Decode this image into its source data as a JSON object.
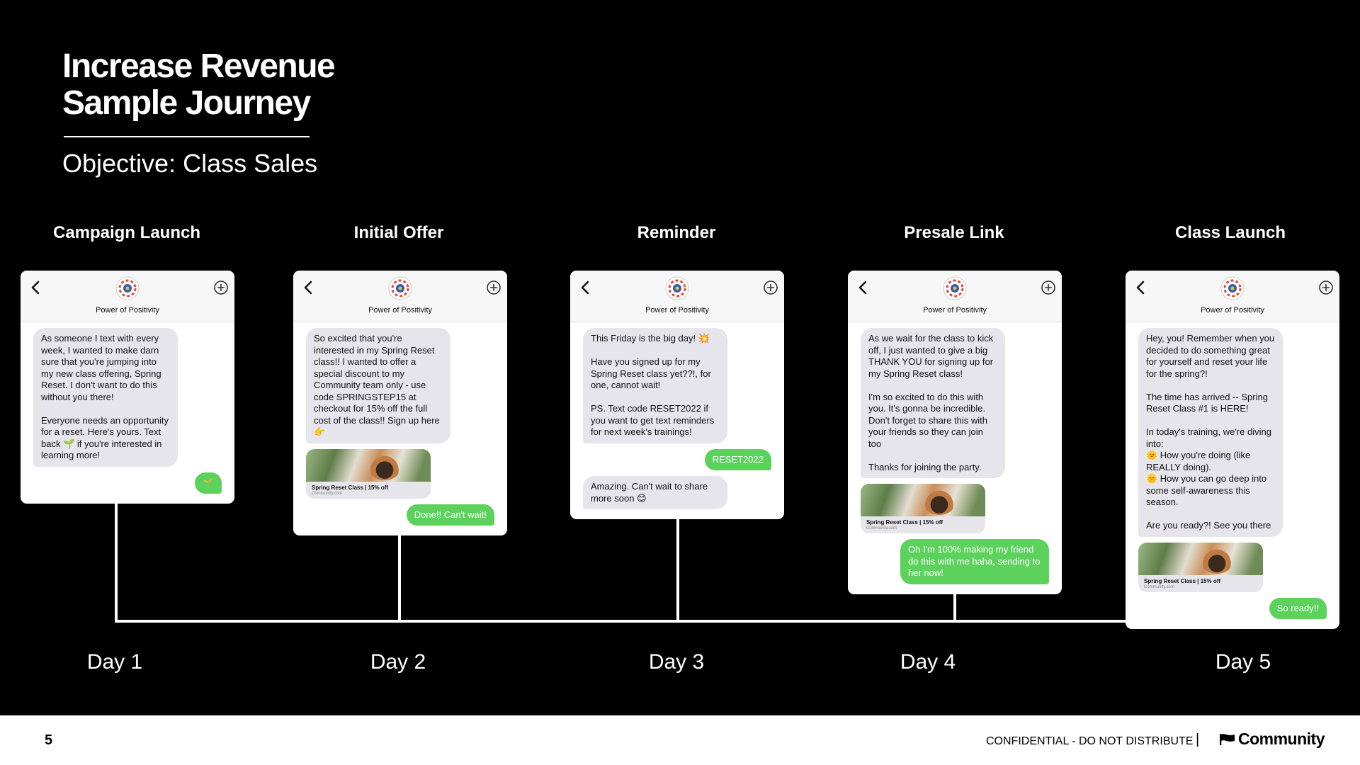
{
  "header": {
    "title_line1": "Increase Revenue",
    "title_line2": "Sample Journey",
    "subtitle": "Objective: Class Sales"
  },
  "contact_name": "Power of Positivity",
  "card": {
    "title": "Spring Reset Class | 15% off",
    "domain": "Community.com"
  },
  "stages": [
    {
      "label": "Campaign Launch",
      "day": "Day 1",
      "messages": [
        {
          "type": "in",
          "text": "As someone I text with every week, I wanted to make darn sure that you're jumping into my new class offering, Spring Reset. I don't want to do this without you there!\n\nEveryone needs an opportunity for a reset. Here's yours. Text back 🌱 if you're interested in learning more!"
        },
        {
          "type": "out",
          "text": "🌱"
        }
      ]
    },
    {
      "label": "Initial Offer",
      "day": "Day 2",
      "messages": [
        {
          "type": "in",
          "text": "So excited that you're interested in my Spring Reset class!! I wanted to offer a special discount to my Community team only - use code SPRINGSTEP15 at checkout for 15% off the full cost of the class!! Sign up here 👉"
        },
        {
          "type": "card"
        },
        {
          "type": "out",
          "text": "Done!! Can't wait!"
        }
      ]
    },
    {
      "label": "Reminder",
      "day": "Day 3",
      "messages": [
        {
          "type": "in",
          "text": "This Friday is the big day! 💥\n\nHave you signed up for my Spring Reset class yet??!, for one, cannot wait!\n\nPS. Text code RESET2022 if you want to get text reminders for next week's trainings!"
        },
        {
          "type": "out",
          "text": "RESET2022"
        },
        {
          "type": "in",
          "text": "Amazing. Can't wait to share more soon 😊"
        }
      ]
    },
    {
      "label": "Presale Link",
      "day": "Day 4",
      "messages": [
        {
          "type": "in",
          "text": "As we wait for the class to kick off, I just wanted to give a big THANK YOU for signing up for my Spring Reset class!\n\nI'm so excited to do this with you. It's gonna be incredible. Don't forget to share this with your friends so they can join too\n\nThanks for joining the party."
        },
        {
          "type": "card"
        },
        {
          "type": "out",
          "text": "Oh I'm 100% making my friend do this with me haha, sending to her now!"
        }
      ]
    },
    {
      "label": "Class Launch",
      "day": "Day 5",
      "messages": [
        {
          "type": "in",
          "text": "Hey, you! Remember when you decided to do something great for yourself and reset your life for the spring?!\n\nThe time has arrived -- Spring Reset Class #1 is HERE!\n\nIn today's training, we're diving into:\n🌞 How you're doing (like REALLY doing).\n🌞 How you can go deep into some self-awareness this season.\n\nAre you ready?! See you there"
        },
        {
          "type": "card"
        },
        {
          "type": "out",
          "text": "So ready!!"
        }
      ]
    }
  ],
  "footer": {
    "page_number": "5",
    "confidential": "CONFIDENTIAL -  DO NOT DISTRIBUTE",
    "separator": "|",
    "brand": "Community"
  }
}
